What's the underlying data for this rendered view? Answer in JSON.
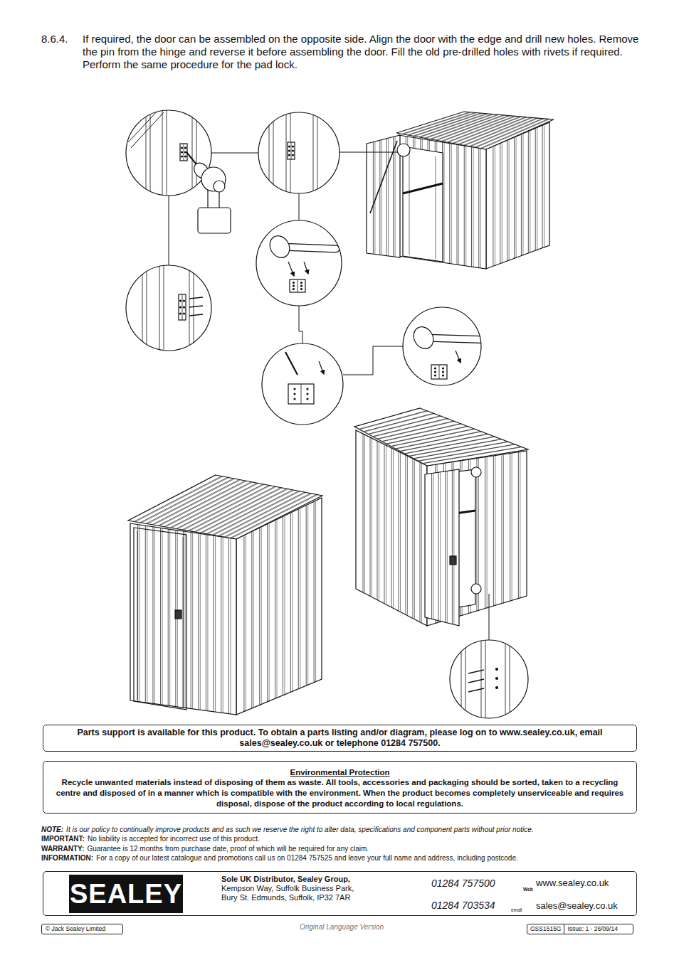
{
  "diagram": {
    "nodes": [
      {
        "text": [
          "Parts support is available for this product. To obtain a parts listing and/or diagram, please log on to www.sealey.co.uk, email sales@sealey.co.uk or telephone 01284 757500."
        ]
      },
      {
        "text": [
          "Environmental Protection",
          "Recycle unwanted materials instead of disposing of them as waste. All tools, accessories and packaging should be sorted, taken to a recycling centre and disposed of in a manner which is compatible with the environment. When the product becomes completely unserviceable and requires disposal, dispose of the product according to local regulations."
        ]
      },
      {
        "text": [
          "Sole UK Distributor, Sealey Group,",
          "Kempson Way, Suffolk Business Park, Bury St. Edmunds, Suffolk, IP32 7AR",
          "01284 757500",
          "01284 703534",
          "www.sealey.co.uk",
          "sales@sealey.co.uk"
        ]
      },
      {
        "text": [
          "SEALEY"
        ],
        "in": 2
      },
      {
        "text": [
          "© Jack Sealey Limited"
        ]
      },
      {
        "text": [
          "GSS1515G",
          "Issue: 1 - 26/09/14"
        ]
      }
    ],
    "labels": [
      "8.6.4.",
      "If required, the door can be assembled on the opposite side. Align the door with the edge and drill new holes. Remove the pin from the hinge and reverse it before assembling the door. Fill the old pre-drilled holes with rivets if required. Perform the same procedure for the pad lock.",
      "NOTE:",
      "It is our policy to continually improve products and as such we reserve the right to alter data, specifications and component parts without prior notice.",
      "IMPORTANT:",
      "No liability is accepted for incorrect use of this product.",
      "WARRANTY:",
      "Guarantee is 12 months from purchase date, proof of which will be required for any claim.",
      "INFORMATION:",
      "For a copy of our latest catalogue and promotions call us on 01284 757525 and leave your full name and address, including postcode.",
      "Web",
      "email",
      "Original Language Version"
    ]
  }
}
